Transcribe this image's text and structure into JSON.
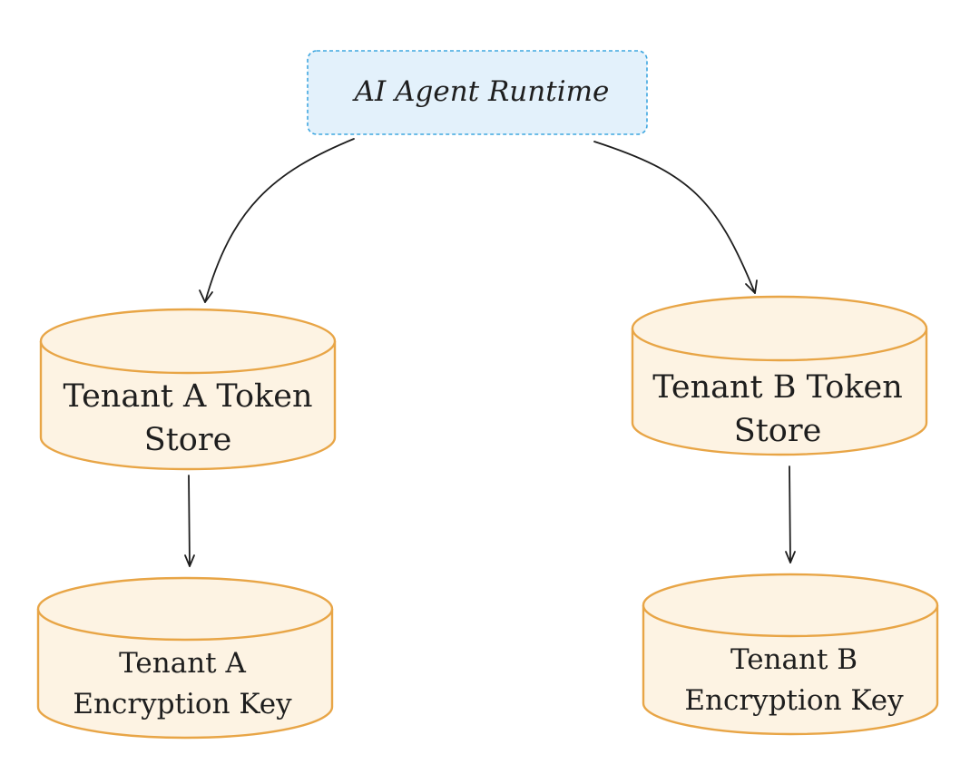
{
  "nodes": {
    "runtime": {
      "label": "AI Agent Runtime",
      "shape": "dashed-rectangle",
      "fill": "#e3f1fb",
      "stroke": "#3fa7e0"
    },
    "store_a": {
      "lines": [
        "Tenant A Token",
        "Store"
      ],
      "shape": "cylinder",
      "fill": "#fdf3e3",
      "stroke": "#e8a546"
    },
    "store_b": {
      "lines": [
        "Tenant B Token",
        "Store"
      ],
      "shape": "cylinder",
      "fill": "#fdf3e3",
      "stroke": "#e8a546"
    },
    "key_a": {
      "lines": [
        "Tenant A",
        "Encryption Key"
      ],
      "shape": "cylinder",
      "fill": "#fdf3e3",
      "stroke": "#e8a546"
    },
    "key_b": {
      "lines": [
        "Tenant B",
        "Encryption Key"
      ],
      "shape": "cylinder",
      "fill": "#fdf3e3",
      "stroke": "#e8a546"
    }
  },
  "edges": [
    {
      "from": "runtime",
      "to": "store_a"
    },
    {
      "from": "runtime",
      "to": "store_b"
    },
    {
      "from": "store_a",
      "to": "key_a"
    },
    {
      "from": "store_b",
      "to": "key_b"
    }
  ]
}
